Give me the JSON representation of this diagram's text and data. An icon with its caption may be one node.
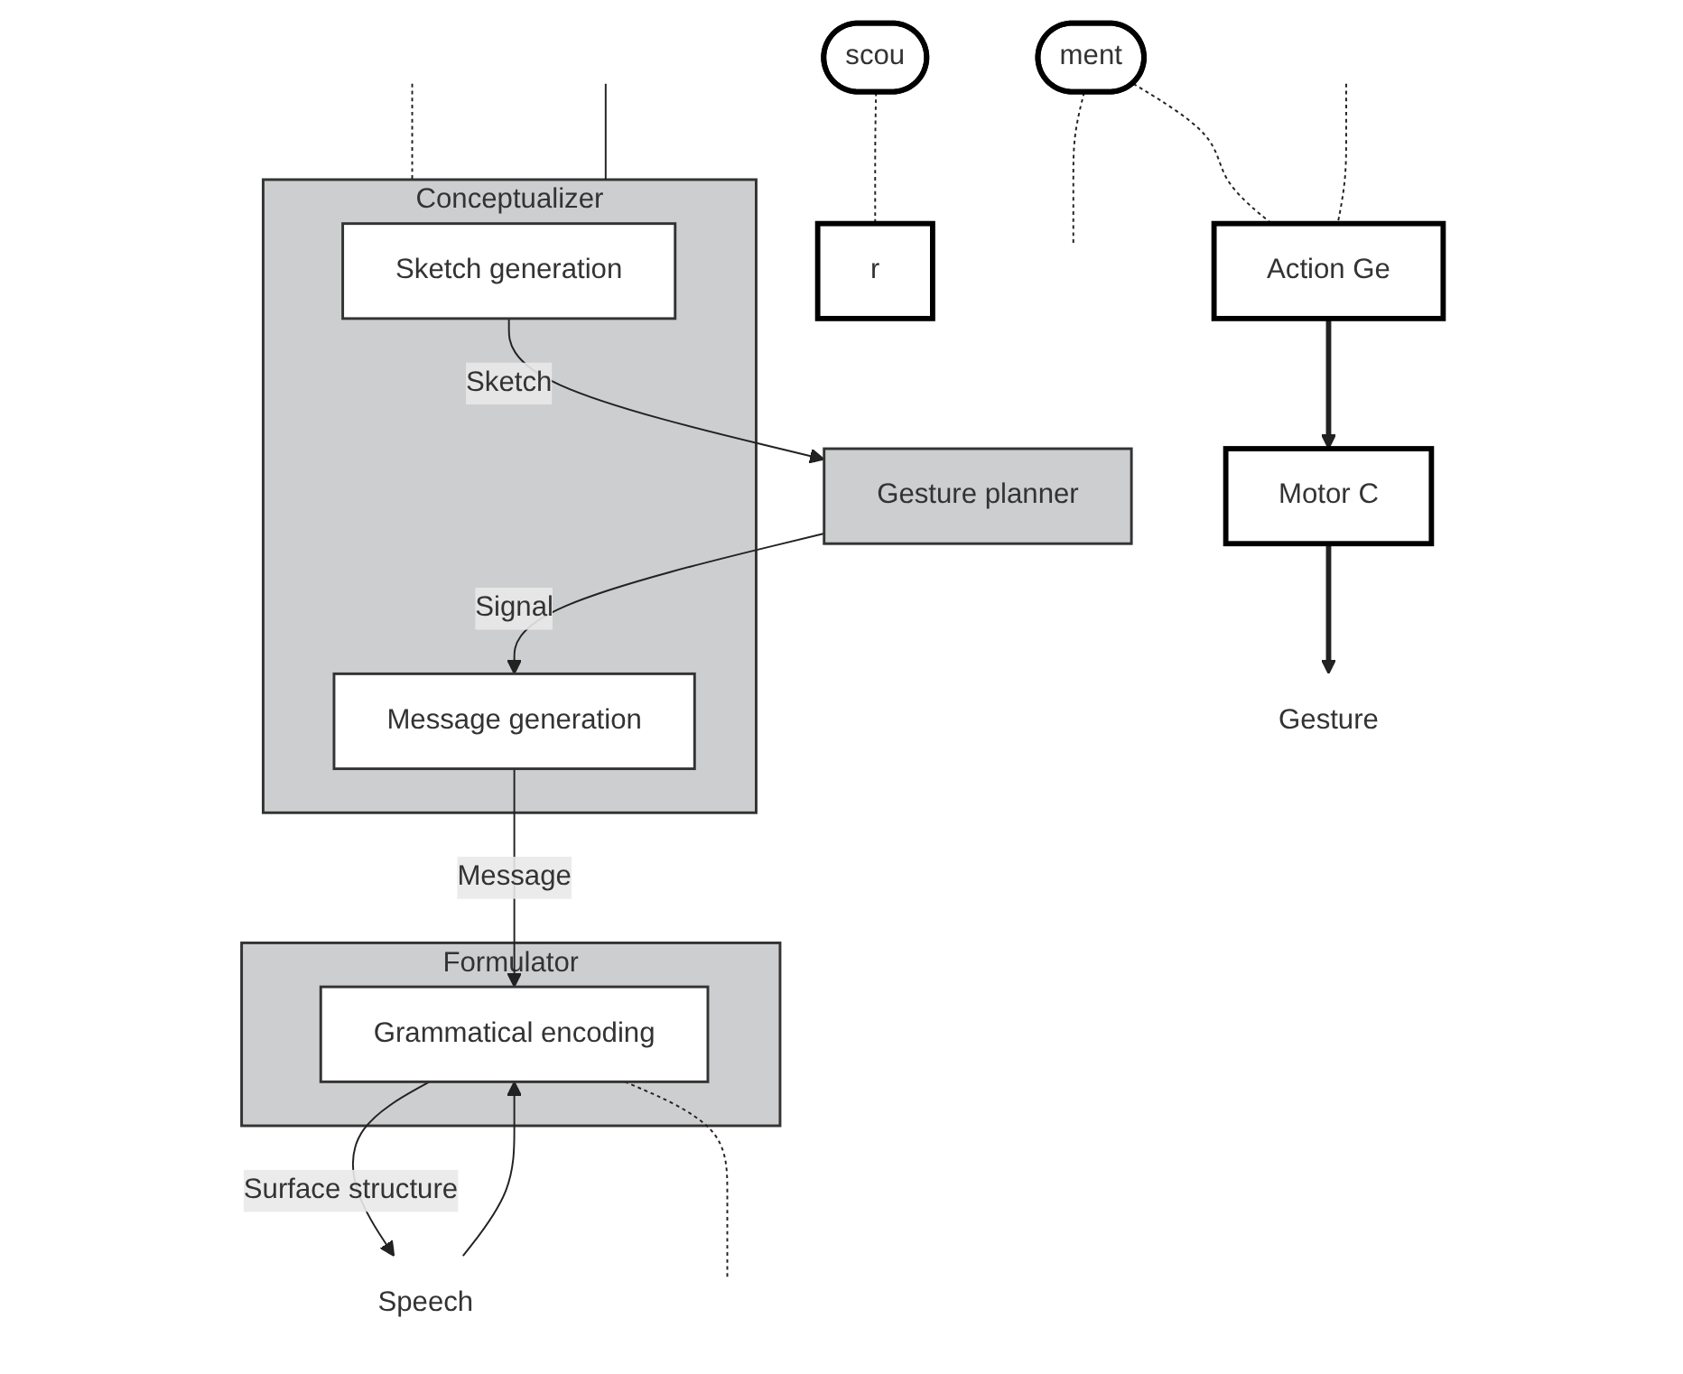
{
  "diagram": {
    "nodes": [
      {
        "text": [
          "ment"
        ]
      },
      {
        "text": [
          "Action Ge"
        ]
      },
      {
        "text": [
          "Motor C"
        ]
      },
      {
        "text": [
          "Gesture"
        ]
      },
      {
        "text": [
          "scou"
        ]
      },
      {
        "text": [
          "r"
        ]
      },
      {
        "text": [
          "Conceptualizer"
        ]
      },
      {
        "text": [
          "Sketch generation"
        ],
        "in": 6
      },
      {
        "text": [
          "Message generation"
        ],
        "in": 6
      },
      {
        "text": [
          "Gesture planner"
        ]
      },
      {
        "text": [
          "Formulator"
        ]
      },
      {
        "text": [
          "Grammatical encoding"
        ],
        "in": 10
      },
      {
        "text": [
          "Speech"
        ]
      }
    ],
    "edges": [
      {
        "from": 0,
        "to": null,
        "arrow": "none",
        "style": "dashed"
      },
      {
        "from": 0,
        "to": 1,
        "arrow": "none",
        "style": "dashed"
      },
      {
        "from": null,
        "to": 1,
        "arrow": "none",
        "style": "dashed"
      },
      {
        "from": 1,
        "to": 2,
        "arrow": "to",
        "style": "thick"
      },
      {
        "from": 2,
        "to": 3,
        "arrow": "to",
        "style": "thick"
      },
      {
        "from": 4,
        "to": 5,
        "arrow": "none",
        "style": "dashed"
      },
      {
        "from": null,
        "to": 6,
        "arrow": "none",
        "style": "dashed"
      },
      {
        "from": null,
        "to": 6,
        "arrow": "none"
      },
      {
        "from": 7,
        "to": 9,
        "arrow": "to",
        "label": "Sketch"
      },
      {
        "from": 9,
        "to": 8,
        "arrow": "to",
        "label": "Signal"
      },
      {
        "from": 8,
        "to": 11,
        "arrow": "to",
        "label": "Message"
      },
      {
        "from": 11,
        "to": 12,
        "arrow": "to",
        "label": "Surface structure"
      },
      {
        "from": 12,
        "to": 11,
        "arrow": "to"
      },
      {
        "from": 11,
        "to": null,
        "arrow": "none",
        "style": "dashed"
      }
    ]
  }
}
